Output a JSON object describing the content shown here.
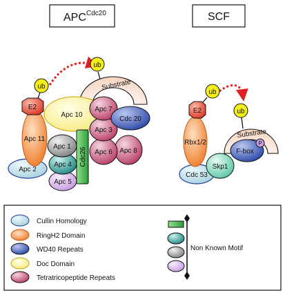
{
  "titles": {
    "apc_main": "APC",
    "apc_sup": "Cdc20",
    "scf": "SCF"
  },
  "apc": {
    "ub": "ub",
    "ub_target": "ub",
    "e2": "E2",
    "apc11": "Apc 11",
    "apc2": "Apc 2",
    "apc10": "Apc 10",
    "apc1": "Apc 1",
    "apc4": "Apc 4",
    "apc5": "Apc 5",
    "cdc26": "Cdc26",
    "apc7": "Apc 7",
    "apc3": "Apc 3",
    "apc6": "Apc 6",
    "apc8": "Apc 8",
    "cdc20": "Cdc 20",
    "substrate": "Substrate"
  },
  "scf": {
    "ub": "ub",
    "ub_target": "ub",
    "e2": "E2",
    "rbx": "Rbx1/2",
    "cdc53": "Cdc 53",
    "skp1": "Skp1",
    "fbox": "F-box",
    "p": "P",
    "substrate": "Substrate"
  },
  "legend": {
    "items": [
      {
        "label": "Cullin Homology",
        "color": "#b9dbe6"
      },
      {
        "label": "RingH2 Domain",
        "color": "#f0883a"
      },
      {
        "label": "WD40 Repeats",
        "color": "#3b58b0"
      },
      {
        "label": "Doc Domain",
        "color": "#fbf08a"
      },
      {
        "label": "Tetratricopeptide Repeats",
        "color": "#c9577a"
      }
    ],
    "unknown_label": "Non Known Motif"
  },
  "colors": {
    "cullin": "#b9dbe6",
    "ring": "#f0883a",
    "wd40": "#3b58b0",
    "doc": "#fbf08a",
    "tpr": "#c9577a",
    "ub": "#f3ee1a",
    "e2": "#e8402c",
    "teal": "#2f9e9a",
    "grey": "#9a9a9a",
    "lilac": "#d8b4ea",
    "green": "#3cb043",
    "substrate": "#fbe3d6",
    "skp1": "#7fd3b8",
    "arrow": "#e02020"
  }
}
